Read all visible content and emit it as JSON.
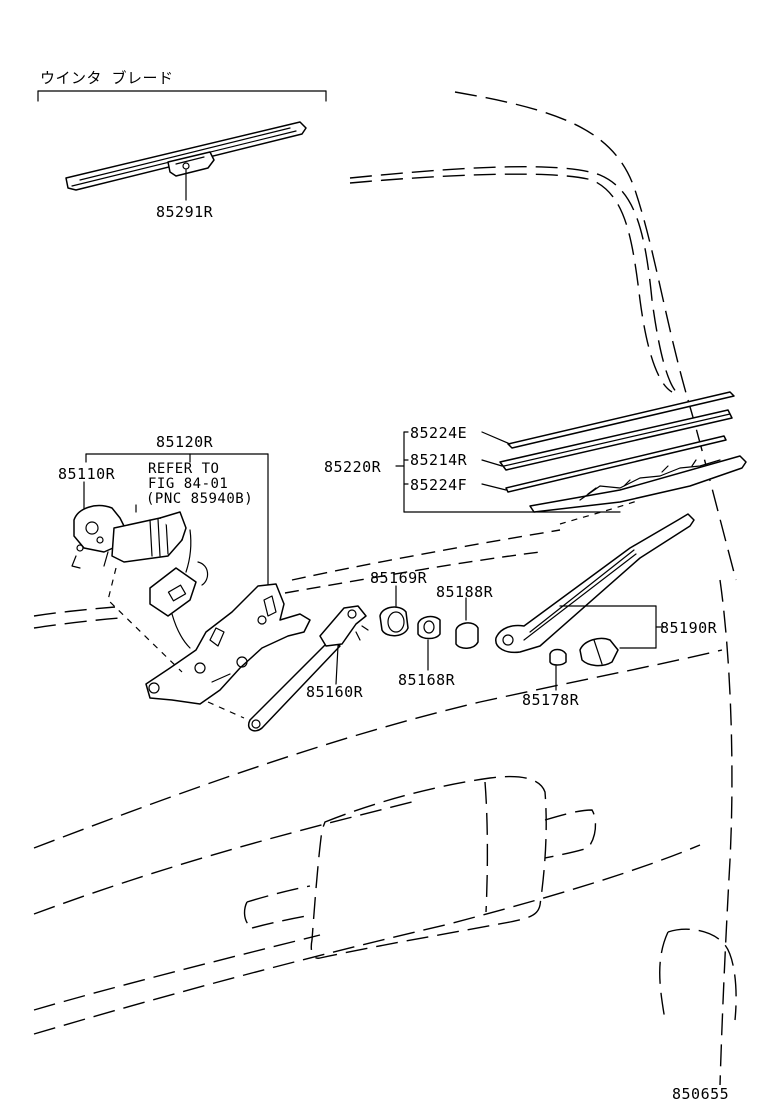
{
  "header": {
    "title": "ウインタ ブレード"
  },
  "refer_note": {
    "line1": "REFER TO",
    "line2": "FIG 84-01",
    "line3": "(PNC 85940B)"
  },
  "parts": {
    "blade_wiper": "85291R",
    "motor_assy": "85120R",
    "motor": "85110R",
    "arm_blade_set": "85220R",
    "rubber_e": "85224E",
    "rubber_assy": "85214R",
    "rubber_f": "85224F",
    "cushion": "85169R",
    "cap_pivot": "85188R",
    "link_assy": "85160R",
    "nut": "85168R",
    "arm_assy": "85190R",
    "nut_arm": "85178R"
  },
  "figure_code": "850655"
}
